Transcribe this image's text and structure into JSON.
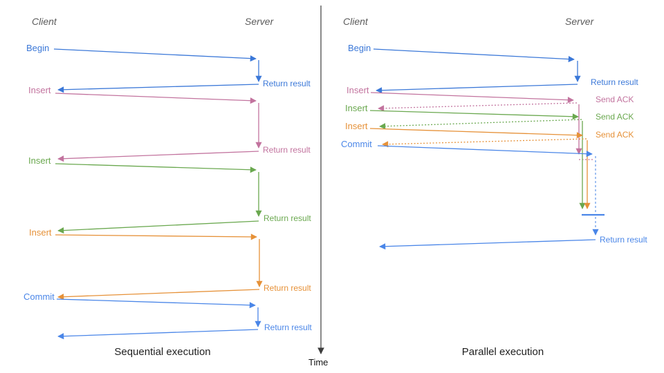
{
  "palette": {
    "blue": "#3b78d8",
    "commit_blue": "#4a86e8",
    "wait_blue_dashed": "#6d9eeb",
    "pink": "#c2739e",
    "green": "#6aa84f",
    "orange": "#e69138",
    "axis": "#3d3d3d",
    "header_gray": "#5b5b5b"
  },
  "time_axis": {
    "label": "Time"
  },
  "panels": {
    "left": {
      "title": "Sequential execution",
      "client_header": "Client",
      "server_header": "Server",
      "operations": [
        {
          "label": "Begin",
          "response": "Return result"
        },
        {
          "label": "Insert",
          "response": "Return result"
        },
        {
          "label": "Insert",
          "response": "Return result"
        },
        {
          "label": "Insert",
          "response": "Return result"
        },
        {
          "label": "Commit",
          "response": "Return result"
        }
      ]
    },
    "right": {
      "title": "Parallel execution",
      "client_header": "Client",
      "server_header": "Server",
      "operations": [
        {
          "label": "Begin",
          "response": "Return result"
        },
        {
          "label": "Insert",
          "response": "Send ACK"
        },
        {
          "label": "Insert",
          "response": "Send ACK"
        },
        {
          "label": "Insert",
          "response": "Send ACK"
        },
        {
          "label": "Commit",
          "response": "Return result"
        }
      ]
    }
  }
}
